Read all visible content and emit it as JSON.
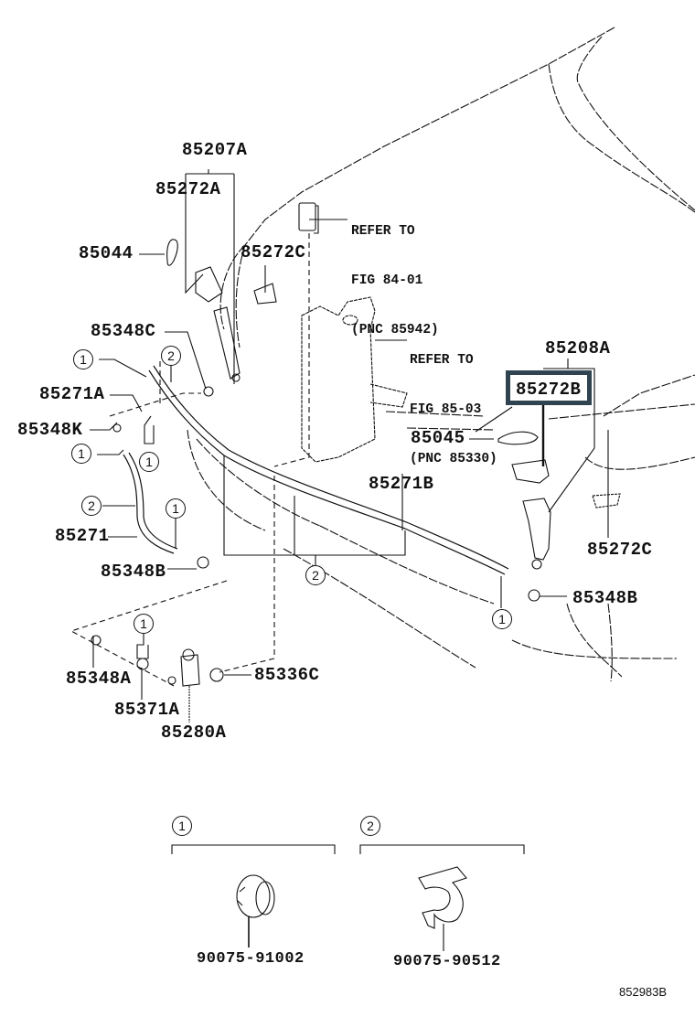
{
  "diagram": {
    "type": "parts-diagram",
    "subject": "Headlamp washer system",
    "highlight_color": "#2f4450",
    "figure_id": "852983B",
    "parts": [
      {
        "id": "p85207A",
        "label": "85207A"
      },
      {
        "id": "p85272A",
        "label": "85272A"
      },
      {
        "id": "p85044",
        "label": "85044"
      },
      {
        "id": "p85272C_top",
        "label": "85272C"
      },
      {
        "id": "p85348C",
        "label": "85348C"
      },
      {
        "id": "p85271A",
        "label": "85271A"
      },
      {
        "id": "p85348K",
        "label": "85348K"
      },
      {
        "id": "p85271",
        "label": "85271"
      },
      {
        "id": "p85348B_left",
        "label": "85348B"
      },
      {
        "id": "p85348A",
        "label": "85348A"
      },
      {
        "id": "p85371A",
        "label": "85371A"
      },
      {
        "id": "p85280A",
        "label": "85280A"
      },
      {
        "id": "p85336C",
        "label": "85336C"
      },
      {
        "id": "p85045",
        "label": "85045"
      },
      {
        "id": "p85271B",
        "label": "85271B"
      },
      {
        "id": "p85208A",
        "label": "85208A"
      },
      {
        "id": "p85272B",
        "label": "85272B",
        "highlighted": true
      },
      {
        "id": "p85272C_right",
        "label": "85272C"
      },
      {
        "id": "p85348B_right",
        "label": "85348B"
      }
    ],
    "references": [
      {
        "line1": "REFER TO",
        "line2": "FIG 84-01",
        "line3": "(PNC 85942)"
      },
      {
        "line1": "REFER TO",
        "line2": "FIG 85-03",
        "line3": "(PNC 85330)"
      }
    ],
    "callouts": {
      "one": "1",
      "two": "2"
    },
    "legend": [
      {
        "marker": "1",
        "part_number": "90075-91002",
        "icon": "clamp-ring-icon"
      },
      {
        "marker": "2",
        "part_number": "90075-90512",
        "icon": "hose-clip-icon"
      }
    ]
  }
}
